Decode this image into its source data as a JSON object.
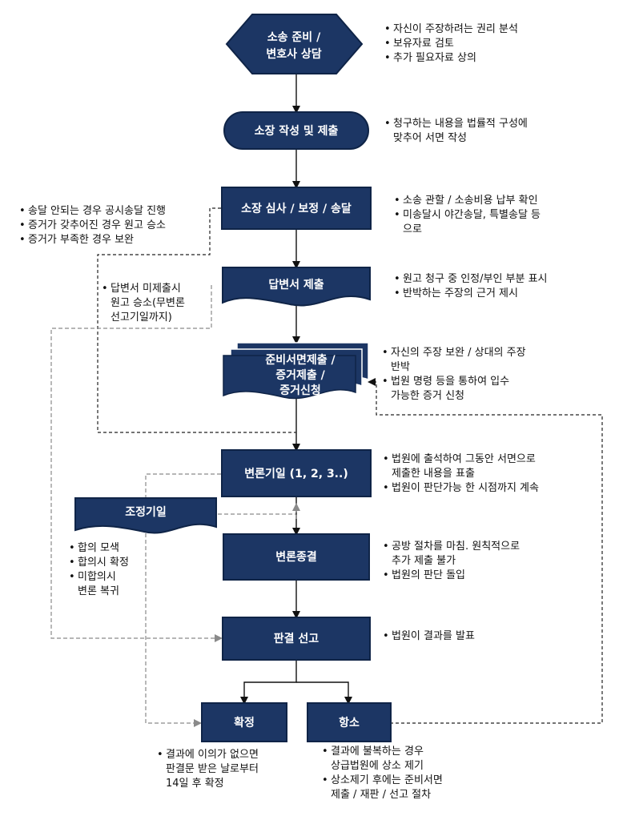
{
  "colors": {
    "node_fill": "#1c3664",
    "node_stroke": "#0f2447",
    "line": "#111111",
    "dashed_dark": "#222222",
    "dashed_gray": "#8a8a8a"
  },
  "nodes": {
    "prep": {
      "line1": "소송 준비 /",
      "line2": "변호사 상담"
    },
    "complaint": "소장 작성 및 제출",
    "review": "소장 심사 / 보정 / 송달",
    "answer": "답변서 제출",
    "briefs": {
      "line1": "준비서면제출 /",
      "line2": "증거제출 /",
      "line3": "증거신청"
    },
    "hearing": "변론기일 (1, 2, 3..)",
    "mediation": "조정기일",
    "closing": "변론종결",
    "judgment": "판결 선고",
    "final": "확정",
    "appeal": "항소"
  },
  "notes": {
    "prep": [
      "자신이 주장하려는 권리 분석",
      "보유자료 검토",
      "추가 필요자료 상의"
    ],
    "complaint": {
      "line1": "청구하는 내용을 법률적 구성에",
      "line2": "맞추어 서면 작성"
    },
    "review_left": [
      "송달 안되는 경우 공시송달 진행",
      "증거가 갖추어진 경우 원고 승소",
      "증거가 부족한 경우  보완"
    ],
    "review_right": {
      "item1": "소송 관할  /  소송비용 납부 확인",
      "item2_line1": "미송달시 야간송달, 특별송달 등",
      "item2_line2": "으로"
    },
    "answer_left": {
      "line1": "답변서 미제출시",
      "line2": "원고 승소(무변론",
      "line3": "선고기일까지)"
    },
    "answer_right": [
      "원고 청구 중 인정/부인 부분 표시",
      "반박하는 주장의 근거 제시"
    ],
    "briefs": {
      "item1_line1": "자신의 주장 보완 / 상대의 주장",
      "item1_line2": "반박",
      "item2_line1": "법원 명령 등을 통하여 입수",
      "item2_line2": "가능한 증거 신청"
    },
    "hearing": {
      "item1_line1": "법원에 출석하여 그동안 서면으로",
      "item1_line2": "제출한 내용을 표출",
      "item2": "법원이 판단가능 한 시점까지 계속"
    },
    "mediation": {
      "item1": "합의 모색",
      "item2": "합의시 확정",
      "item3_line1": "미합의시",
      "item3_line2": "변론 복귀"
    },
    "closing": {
      "item1_line1": "공방 절차를 마침. 원칙적으로",
      "item1_line2": "추가 제출 불가",
      "item2": "법원의 판단 돌입"
    },
    "judgment": [
      "법원이 결과를 발표"
    ],
    "final": {
      "line1": "결과에 이의가 없으면",
      "line2": "판결문 받은 날로부터",
      "line3": "14일 후 확정"
    },
    "appeal": {
      "item1_line1": "결과에 불복하는 경우",
      "item1_line2": "상급법원에  상소 제기",
      "item2_line1": "상소제기 후에는 준비서면",
      "item2_line2": "제출 / 재판 / 선고 절차"
    }
  }
}
